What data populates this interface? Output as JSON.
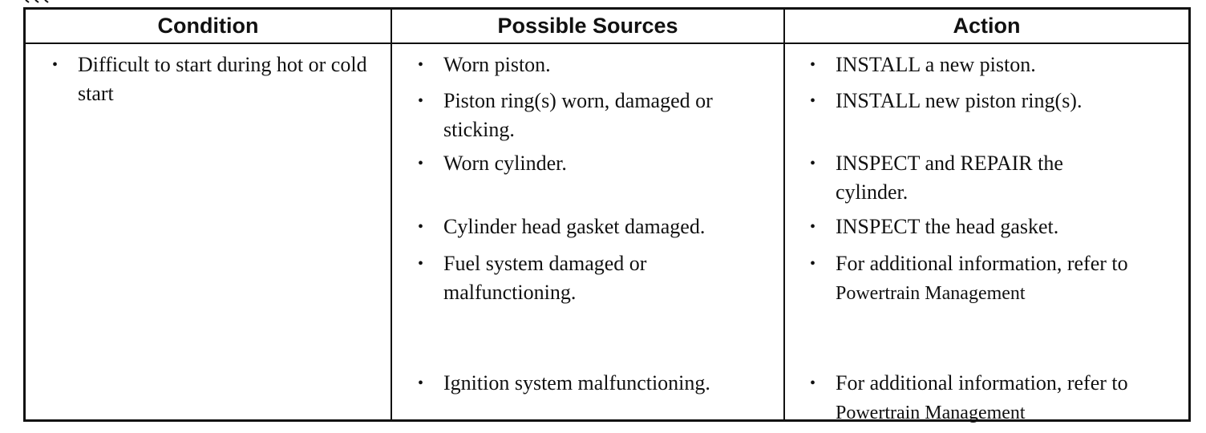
{
  "header": {
    "condition": "Condition",
    "possible_sources": "Possible Sources",
    "action": "Action"
  },
  "bullet_glyph": "•",
  "condition": {
    "text": "Difficult to start during hot or cold start"
  },
  "sources": [
    {
      "text": "Worn piston."
    },
    {
      "text": "Piston ring(s) worn, damaged or sticking."
    },
    {
      "text": "Worn cylinder."
    },
    {
      "text": "Cylinder head gasket damaged."
    },
    {
      "text": "Fuel system damaged or malfunctioning."
    },
    {
      "text": "Ignition system malfunctioning."
    }
  ],
  "actions": [
    {
      "text": "INSTALL a new piston."
    },
    {
      "text": "INSTALL new piston ring(s)."
    },
    {
      "text": "INSPECT and REPAIR the cylinder."
    },
    {
      "text": "INSPECT the head gasket."
    },
    {
      "text": "For additional information, refer to",
      "ref": "Powertrain Management"
    },
    {
      "text": "For additional information, refer to",
      "ref": "Powertrain Management"
    }
  ]
}
